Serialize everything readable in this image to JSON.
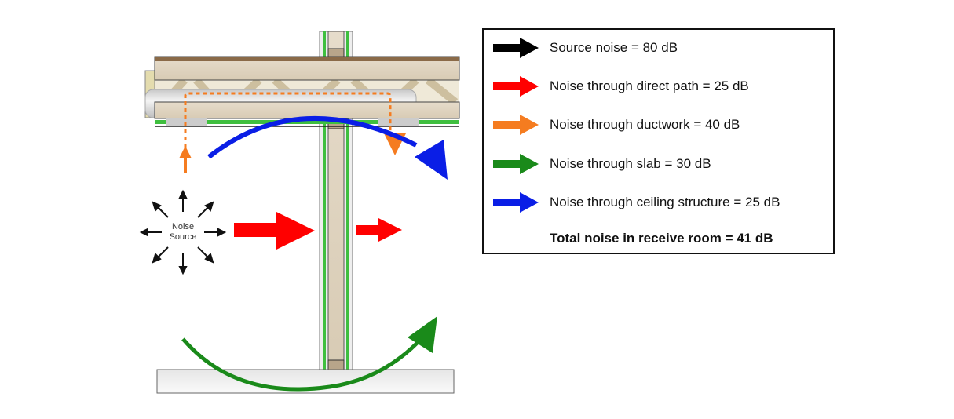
{
  "diagram": {
    "noise_source_label": "Noise Source"
  },
  "legend": {
    "items": [
      {
        "label": "Source noise = 80 dB",
        "color": "#000000"
      },
      {
        "label": "Noise through direct path = 25 dB",
        "color": "#ff0000"
      },
      {
        "label": "Noise through ductwork = 40 dB",
        "color": "#f57c20"
      },
      {
        "label": "Noise through slab = 30 dB",
        "color": "#1a8a1a"
      },
      {
        "label": "Noise through ceiling structure = 25 dB",
        "color": "#0a1ee6"
      }
    ],
    "total": "Total noise in receive room = 41 dB"
  }
}
